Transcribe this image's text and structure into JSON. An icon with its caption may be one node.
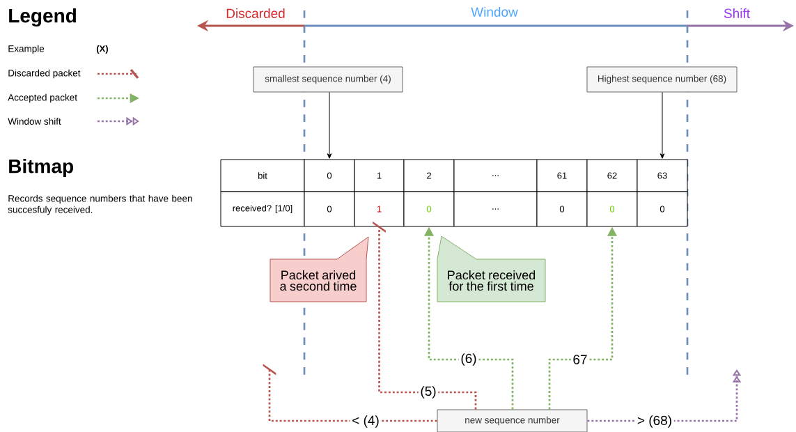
{
  "diagram": {
    "nodes": [
      {
        "text": [
          "smallest sequence number (4)"
        ]
      },
      {
        "text": [
          "Highest sequence number (68)"
        ]
      },
      {
        "text": [
          "bit"
        ]
      },
      {
        "text": [
          "0"
        ]
      },
      {
        "text": [
          "1"
        ]
      },
      {
        "text": [
          "2"
        ]
      },
      {
        "text": [
          "..."
        ]
      },
      {
        "text": [
          "61"
        ]
      },
      {
        "text": [
          "62"
        ]
      },
      {
        "text": [
          "63"
        ]
      },
      {
        "text": [
          "received? [1/0]"
        ]
      },
      {
        "text": [
          "0"
        ]
      },
      {
        "text": [
          "1"
        ]
      },
      {
        "text": [
          "0"
        ]
      },
      {
        "text": [
          "..."
        ]
      },
      {
        "text": [
          "0"
        ]
      },
      {
        "text": [
          "0"
        ]
      },
      {
        "text": [
          "0"
        ]
      },
      {
        "text": [
          "Packet arived a second time"
        ]
      },
      {
        "text": [
          "Packet received for the first time"
        ]
      },
      {
        "text": [
          "new sequence number"
        ]
      }
    ],
    "edges": [
      {
        "from": 0,
        "to": 3,
        "arrow": "to"
      },
      {
        "from": 1,
        "to": 9,
        "arrow": "to"
      },
      {
        "from": 20,
        "to": 12,
        "arrow": "other",
        "label": "(5)",
        "style": "dashed",
        "color": "#b85450"
      },
      {
        "from": 20,
        "to": 13,
        "arrow": "to",
        "label": "(6)",
        "style": "dashed",
        "color": "#82b366"
      },
      {
        "from": 20,
        "to": 16,
        "arrow": "to",
        "label": "67",
        "style": "dashed",
        "color": "#82b366"
      },
      {
        "from": 20,
        "to": null,
        "arrow": "other",
        "label": "< (4)",
        "style": "dashed",
        "color": "#b85450"
      },
      {
        "from": 20,
        "to": null,
        "arrow": "to",
        "label": "> (68)",
        "style": "dashed",
        "color": "#9673a6"
      }
    ],
    "labels": [
      "Legend",
      "(X)",
      "Bitmap",
      "Records sequence numbers that have been succesfuly received.",
      "Discarded",
      "Window",
      "Shift"
    ],
    "legend": [
      {
        "text": "Example"
      },
      {
        "text": "Discarded packet"
      },
      {
        "text": "Accepted packet"
      },
      {
        "text": "Window shift"
      }
    ]
  }
}
